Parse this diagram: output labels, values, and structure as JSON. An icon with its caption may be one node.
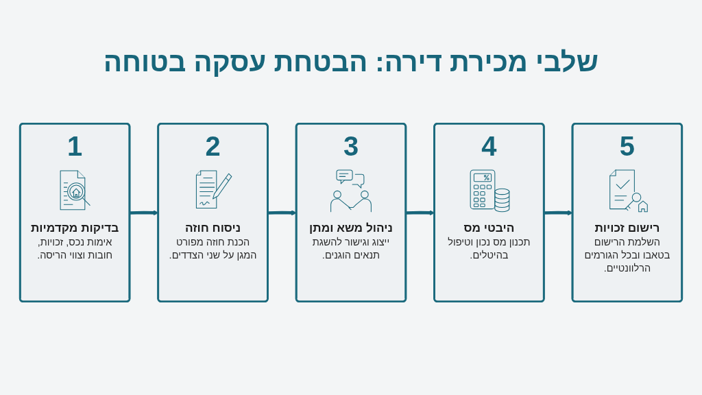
{
  "diagram": {
    "title": "שלבי מכירת דירה: הבטחת עסקה בטוחה",
    "nodes": [
      {
        "text": [
          "1",
          "בדיקות מקדמיות",
          "אימות נכס, זכויות, חובות וצווי הריסה."
        ]
      },
      {
        "text": [
          "2",
          "ניסוח חוזה",
          "הכנת חוזה מפורט המגן על שני הצדדים."
        ]
      },
      {
        "text": [
          "3",
          "ניהול משא ומתן",
          "ייצוג וגישור להשגת תנאים הוגנים."
        ]
      },
      {
        "text": [
          "4",
          "היבטי מס",
          "תכנון מס נכון וטיפול בהיטלים."
        ]
      },
      {
        "text": [
          "5",
          "רישום זכויות",
          "השלמת הרישום בטאבו ובכל הגורמים הרלוונטיים."
        ]
      }
    ],
    "edges": [
      {
        "from": 0,
        "to": 1,
        "arrow": "to"
      },
      {
        "from": 1,
        "to": 2,
        "arrow": "to"
      },
      {
        "from": 2,
        "to": 3,
        "arrow": "to"
      },
      {
        "from": 3,
        "to": 4,
        "arrow": "to"
      }
    ]
  }
}
